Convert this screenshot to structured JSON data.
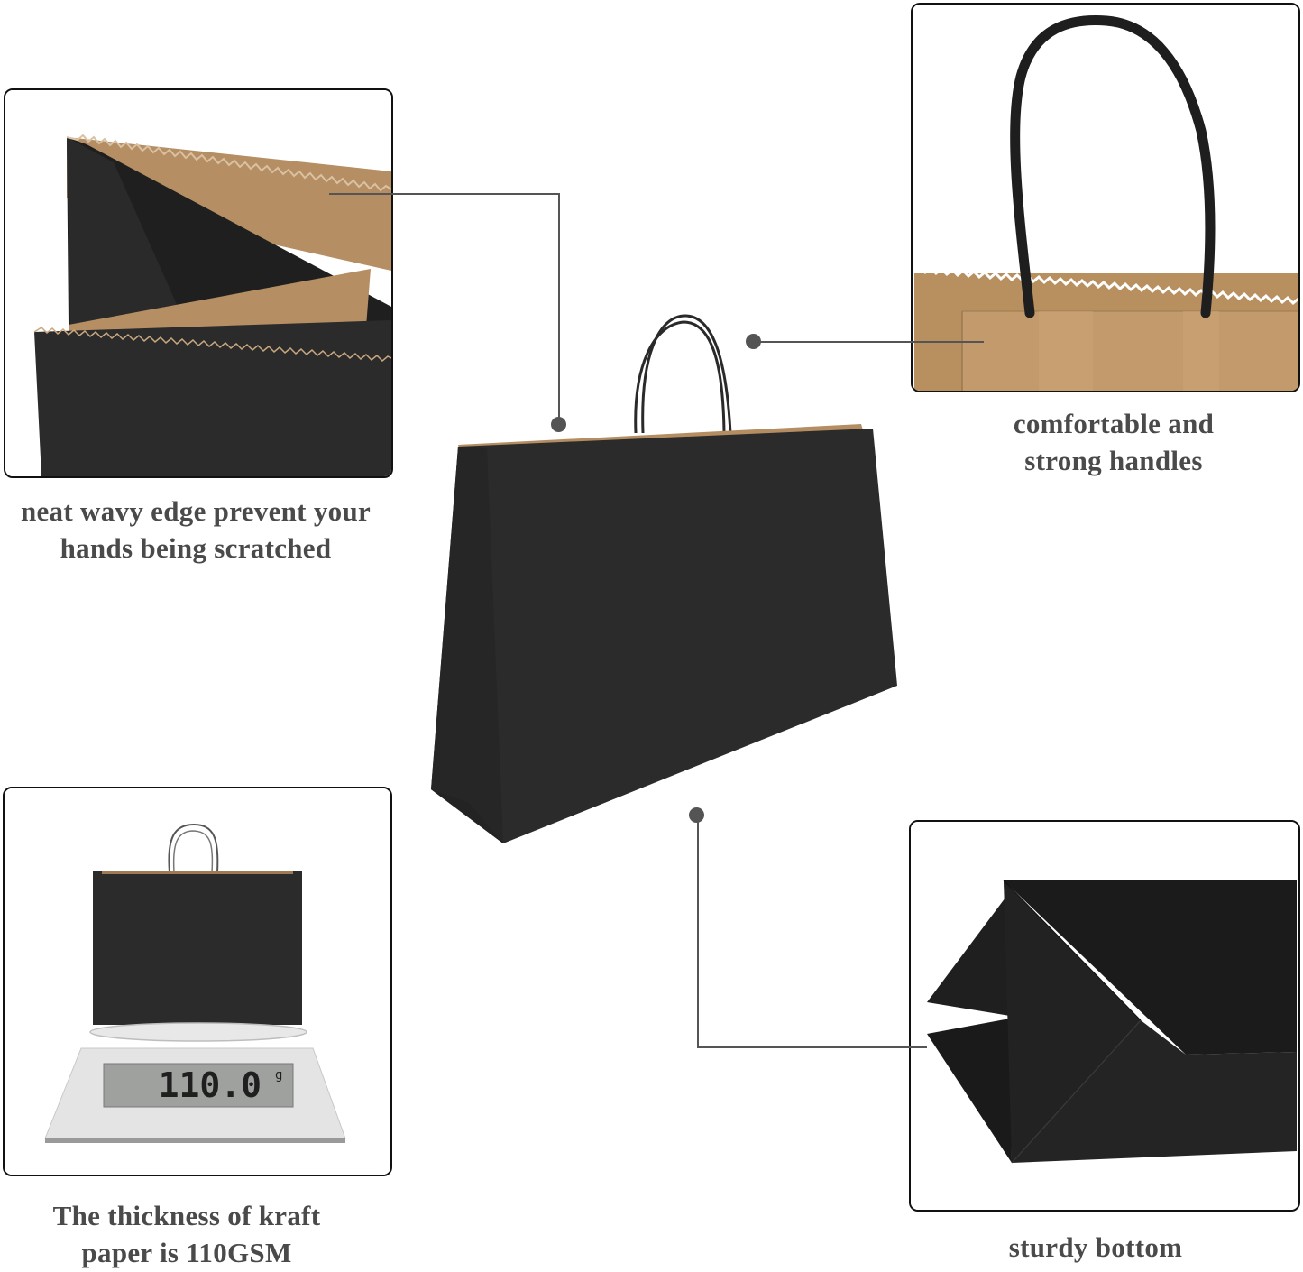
{
  "features": [
    {
      "id": "wavy-edge",
      "caption_line1": "neat wavy edge prevent your",
      "caption_line2": "hands being scratched"
    },
    {
      "id": "handles",
      "caption_line1": "comfortable and",
      "caption_line2": "strong handles"
    },
    {
      "id": "thickness",
      "caption_line1": "The thickness of kraft",
      "caption_line2": "paper is 110GSM"
    },
    {
      "id": "bottom",
      "caption_line1": "sturdy bottom"
    }
  ],
  "scale": {
    "reading": "110.0",
    "unit": "g"
  },
  "colors": {
    "bag_black": "#2b2b2b",
    "kraft": "#b58d62",
    "caption_gray": "#4a4a4a",
    "connector_gray": "#555555"
  },
  "icons": {
    "callout_dot": "filled-circle"
  }
}
